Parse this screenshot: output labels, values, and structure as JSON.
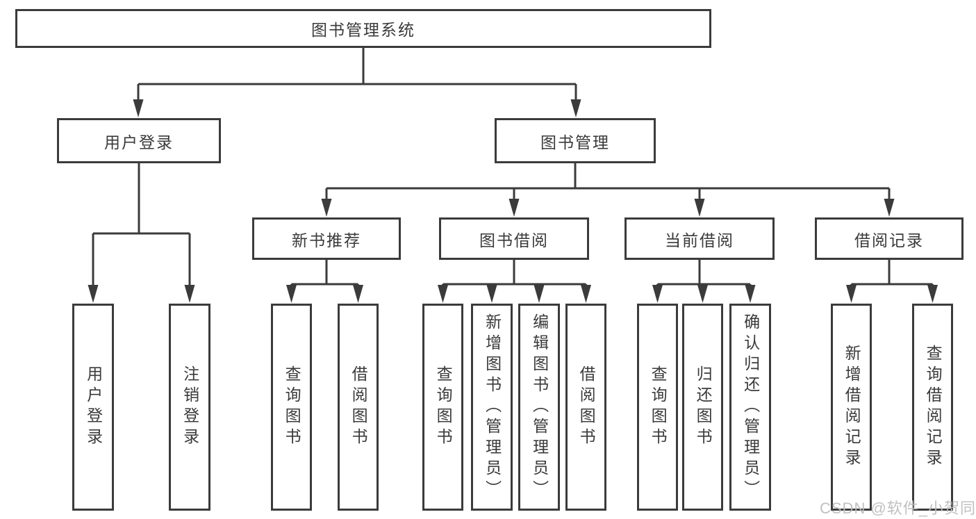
{
  "diagram": {
    "title": "图书管理系统",
    "tree": {
      "label": "图书管理系统",
      "children": [
        {
          "label": "用户登录",
          "children": [
            {
              "label": "用户登录"
            },
            {
              "label": "注销登录"
            }
          ]
        },
        {
          "label": "图书管理",
          "children": [
            {
              "label": "新书推荐",
              "children": [
                {
                  "label": "查询图书"
                },
                {
                  "label": "借阅图书"
                }
              ]
            },
            {
              "label": "图书借阅",
              "children": [
                {
                  "label": "查询图书"
                },
                {
                  "label": "新增图书（管理员）"
                },
                {
                  "label": "编辑图书（管理员）"
                },
                {
                  "label": "借阅图书"
                }
              ]
            },
            {
              "label": "当前借阅",
              "children": [
                {
                  "label": "查询图书"
                },
                {
                  "label": "归还图书"
                },
                {
                  "label": "确认归还（管理员）"
                }
              ]
            },
            {
              "label": "借阅记录",
              "children": [
                {
                  "label": "新增借阅记录"
                },
                {
                  "label": "查询借阅记录"
                }
              ]
            }
          ]
        }
      ]
    }
  },
  "watermark": {
    "text": "CSDN @软件_小贺同学"
  },
  "colors": {
    "line": "#3b3b3b",
    "text": "#3a3a3a",
    "background": "#ffffff",
    "watermark": "#bdbdbd"
  }
}
